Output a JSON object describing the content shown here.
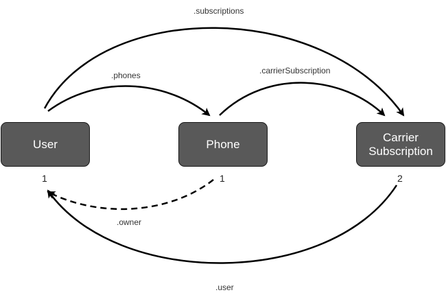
{
  "nodes": {
    "user": {
      "label": "User"
    },
    "phone": {
      "label": "Phone"
    },
    "carrier_subscription": {
      "label": "Carrier\nSubscription"
    }
  },
  "edges": {
    "subscriptions": {
      "label": ".subscriptions"
    },
    "phones": {
      "label": ".phones"
    },
    "carrier_subscription": {
      "label": ".carrierSubscription"
    },
    "owner": {
      "label": ".owner",
      "style": "dashed"
    },
    "user": {
      "label": ".user"
    }
  },
  "multiplicities": {
    "user": "1",
    "phone": "1",
    "carrier_subscription": "2"
  },
  "colors": {
    "node_fill": "#595959",
    "node_border": "#1a1a1a",
    "node_text": "#ffffff",
    "edge": "#000000"
  }
}
